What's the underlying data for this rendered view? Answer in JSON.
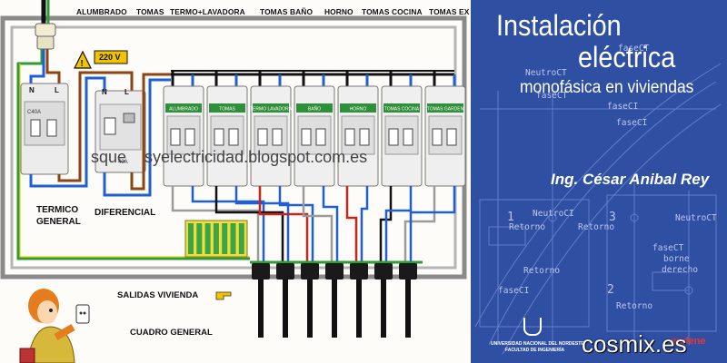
{
  "panel": {
    "circuit_titles": [
      "ALUMBRADO",
      "TOMAS",
      "TERMO+LAVADORA",
      "TOMAS BAÑO",
      "HORNO",
      "TOMAS COCINA",
      "TOMAS EX"
    ],
    "voltage": "220 V",
    "breaker_labels": [
      "ALUMBRADO",
      "TOMAS",
      "TERMO LAVADORA",
      "BAÑO",
      "HORNO",
      "TOMAS COCINA",
      "TOMAS GARDEN"
    ],
    "main_terminals": [
      "N",
      "L"
    ],
    "diff_terminals": [
      "N",
      "L"
    ],
    "main_breaker_rating": "C40A",
    "diff_rating": "40A",
    "watermark": "sque    syelectricidad.blogspot.com.es",
    "termico_label_l1": "TERMICO",
    "termico_label_l2": "GENERAL",
    "diferencial_label": "DIFERENCIAL",
    "salidas_label": "SALIDAS VIVIENDA",
    "cuadro_label": "CUADRO GENERAL"
  },
  "book": {
    "title_l1": "Instalación",
    "title_l2": "eléctrica",
    "subtitle": "monofásica en viviendas",
    "author": "Ing. César Anibal Rey",
    "university_l1": "UNIVERSIDAD NACIONAL DEL NORDESTE",
    "university_l2": "FACULTAD DE INGENIERÍA",
    "publisher_mark": "eudene",
    "ghost_labels": [
      "NeutroCT",
      "faseCT",
      "faseCI",
      "NeutroCI",
      "1",
      "3",
      "Retorno",
      "Retorno",
      "NeutroCT",
      "faseCT",
      "borne",
      "derecho",
      "Retorno",
      "faseCI",
      "2",
      "Retorno",
      "faseCT",
      "faseCI"
    ]
  },
  "site_watermark": "cosmix.es",
  "colors": {
    "book_blue": "#2f4fa3",
    "wire_brown": "#8b4513",
    "wire_blue": "#1f5fd6",
    "wire_green": "#2e9b35",
    "wire_yellow": "#e8d21a",
    "wire_red": "#c8241a",
    "wire_grey": "#9a9a9a"
  }
}
